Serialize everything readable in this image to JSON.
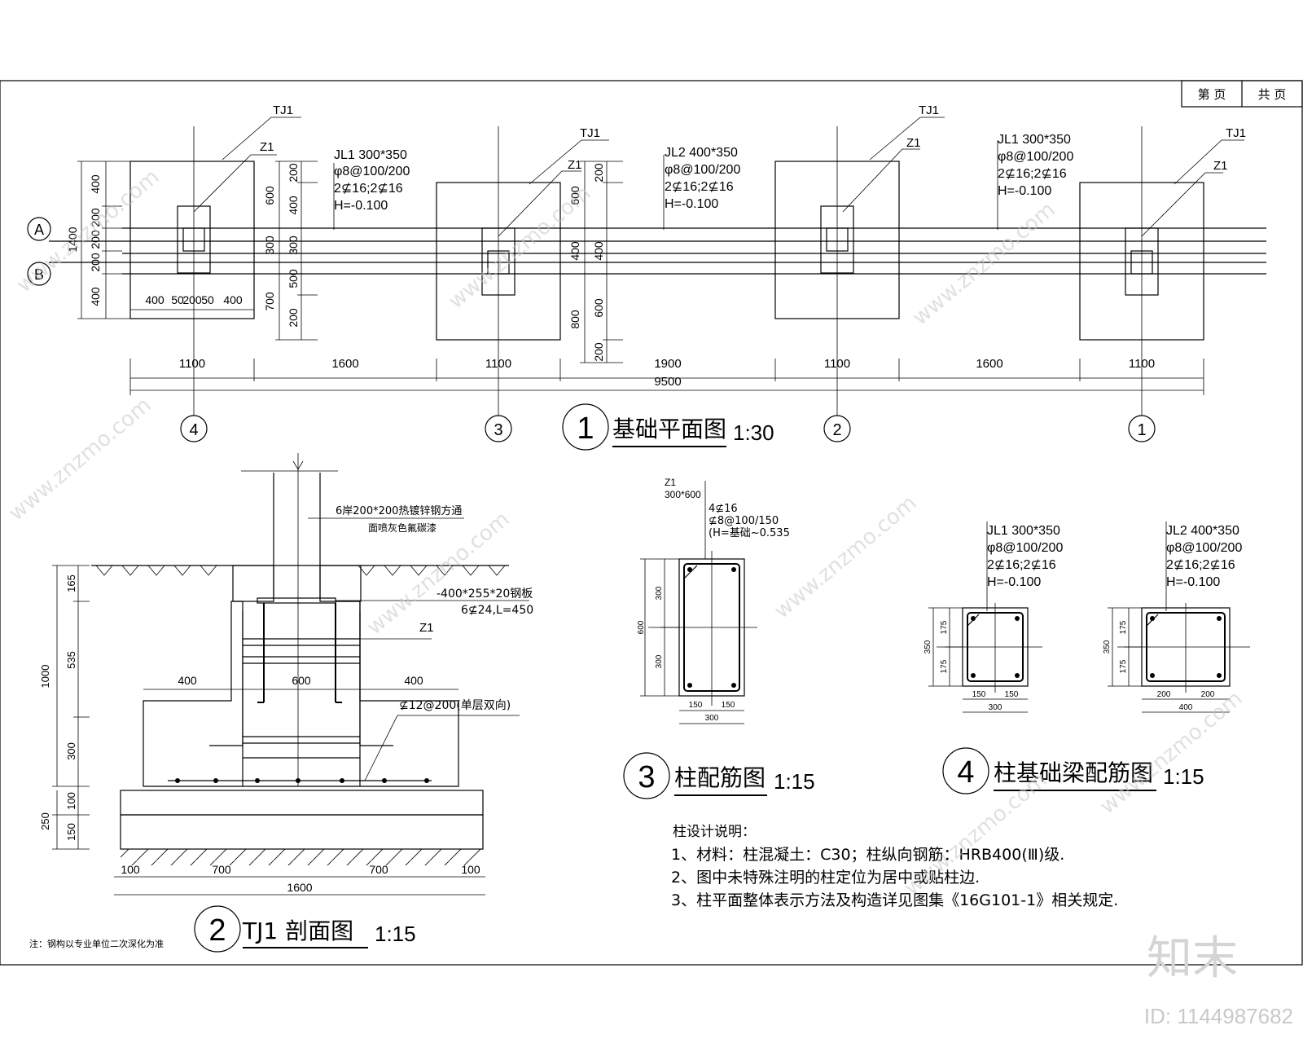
{
  "title_block": {
    "sheet": "第 页",
    "total": "共 页"
  },
  "plan": {
    "title": "基础平面图",
    "scale": "1:30",
    "number": "1",
    "axes_letter": [
      "A",
      "B"
    ],
    "axes_number": [
      "4",
      "3",
      "2",
      "1"
    ],
    "footing_label": "TJ1",
    "column_label": "Z1",
    "beams": [
      {
        "name": "JL1 300*350",
        "stirrup": "φ8@100/200",
        "bars": "2⊈16;2⊈16",
        "elev": "H=-0.100"
      },
      {
        "name": "JL2 400*350",
        "stirrup": "φ8@100/200",
        "bars": "2⊈16;2⊈16",
        "elev": "H=-0.100"
      },
      {
        "name": "JL1 300*350",
        "stirrup": "φ8@100/200",
        "bars": "2⊈16;2⊈16",
        "elev": "H=-0.100"
      }
    ],
    "dims_bottom": [
      "1100",
      "1600",
      "1100",
      "1900",
      "1100",
      "1600",
      "1100"
    ],
    "dim_total": "9500",
    "dims_left": [
      "400",
      "200",
      "200",
      "200",
      "400"
    ],
    "dim_left_total": "1400",
    "dims_footing_width": [
      "400",
      "50",
      "200",
      "50",
      "400"
    ],
    "dims_col2a": [
      "600",
      "300",
      "700"
    ],
    "dims_col2b": [
      "200",
      "400",
      "300",
      "500",
      "200"
    ],
    "dims_col3a": [
      "600",
      "400",
      "800"
    ],
    "dims_col3b": [
      "200",
      "400",
      "600",
      "200"
    ]
  },
  "section": {
    "number": "2",
    "title": "TJ1 剖面图",
    "scale": "1:15",
    "note_steel": "6岸200*200热镀锌钢方通",
    "note_paint": "面喷灰色氟碳漆",
    "plate": "-400*255*20钢板",
    "anchor": "6⊈24,L=450",
    "column": "Z1",
    "rebar": "⊈12@200(单层双向)",
    "dims_h": [
      "400",
      "600",
      "400"
    ],
    "dims_bottom": [
      "100",
      "700",
      "700",
      "100"
    ],
    "dim_bottom_total": "1600",
    "dims_v": [
      "165",
      "535",
      "300",
      "100",
      "150"
    ],
    "dim_v_total_1": "1000",
    "dim_v_total_2": "250",
    "footnote": "注：钢构以专业单位二次深化为准"
  },
  "column_detail": {
    "number": "3",
    "title": "柱配筋图",
    "scale": "1:15",
    "name": "Z1",
    "size": "300*600",
    "main_bars": "4⊈16",
    "stirrup": "⊈8@100/150",
    "elev": "(H=基础~0.535",
    "dims_v": [
      "300",
      "300"
    ],
    "dim_v_total": "600",
    "dims_h": [
      "150",
      "150"
    ],
    "dim_h_total": "300"
  },
  "beam_detail": {
    "number": "4",
    "title": "柱基础梁配筋图",
    "scale": "1:15",
    "beams": [
      {
        "name": "JL1 300*350",
        "stirrup": "φ8@100/200",
        "bars": "2⊈16;2⊈16",
        "elev": "H=-0.100",
        "dims_v": [
          "175",
          "175"
        ],
        "dim_v_total": "350",
        "dims_h": [
          "150",
          "150"
        ],
        "dim_h_total": "300"
      },
      {
        "name": "JL2 400*350",
        "stirrup": "φ8@100/200",
        "bars": "2⊈16;2⊈16",
        "elev": "H=-0.100",
        "dims_v": [
          "175",
          "175"
        ],
        "dim_v_total": "350",
        "dims_h": [
          "200",
          "200"
        ],
        "dim_h_total": "400"
      }
    ]
  },
  "notes": {
    "heading": "柱设计说明：",
    "items": [
      "1、材料：柱混凝土：C30；柱纵向钢筋：HRB400(Ⅲ)级.",
      "2、图中未特殊注明的柱定位为居中或贴柱边.",
      "3、柱平面整体表示方法及构造详见图集《16G101-1》相关规定."
    ]
  },
  "watermark": {
    "logo": "知末",
    "id": "ID: 1144987682",
    "site": "www.znzmo.com"
  }
}
